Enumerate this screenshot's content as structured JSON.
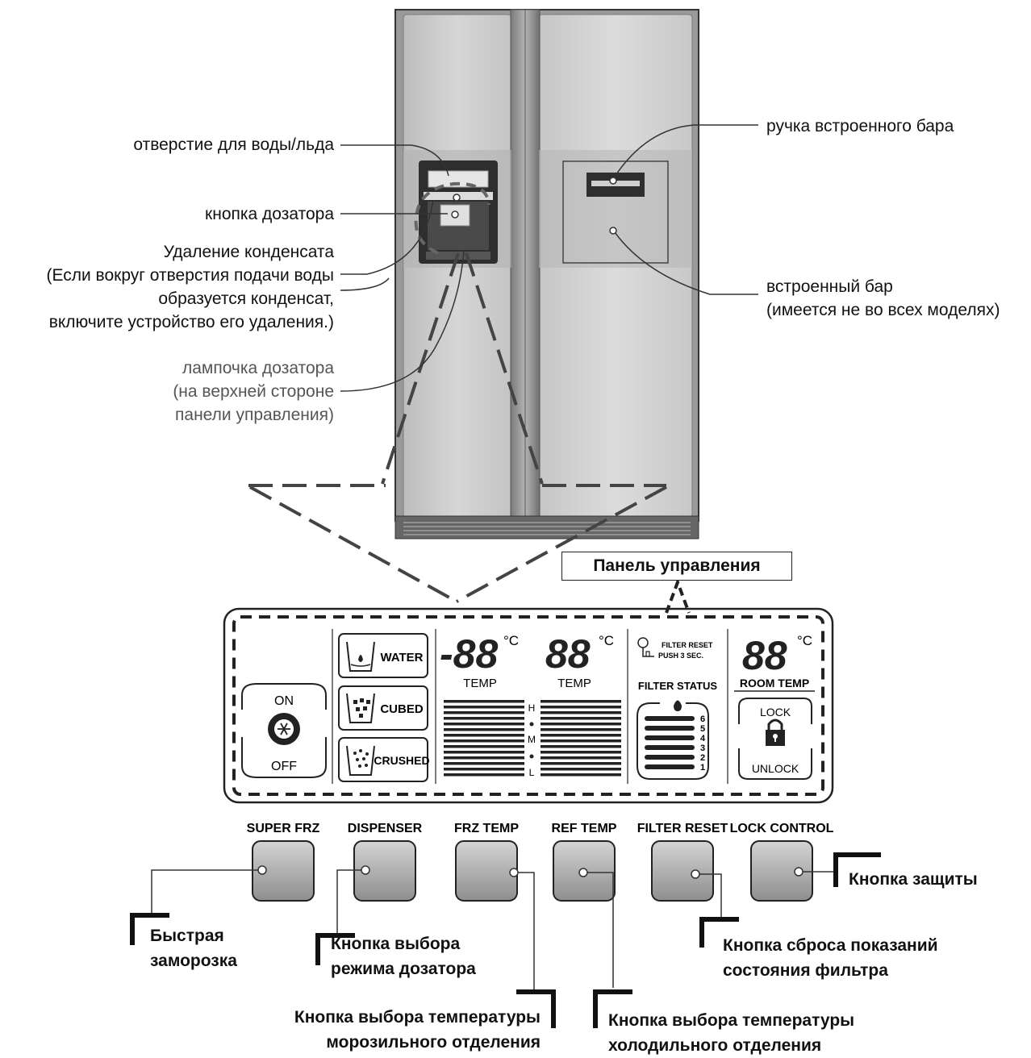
{
  "fridge_labels": {
    "water_ice_outlet": "отверстие для воды/льда",
    "dispenser_button": "кнопка дозатора",
    "condensate_lines": [
      "Удаление конденсата",
      "(Если вокруг отверстия подачи воды",
      "образуется конденсат,",
      "включите устройство его удаления.)"
    ],
    "dispenser_lamp_lines": [
      "лампочка дозатора",
      "(на верхней стороне",
      "панели управления)"
    ],
    "bar_handle": "ручка встроенного бара",
    "home_bar_lines": [
      "встроенный бар",
      "(имеется не во всех моделях)"
    ]
  },
  "panel": {
    "title": "Панель управления",
    "on": "ON",
    "off": "OFF",
    "water": "WATER",
    "cubed": "CUBED",
    "crushed": "CRUSHED",
    "frz_display": "-88",
    "ref_display": "88",
    "room_display": "88",
    "deg_c": "°C",
    "temp": "TEMP",
    "room_temp": "ROOM TEMP",
    "level_h": "H",
    "level_m": "M",
    "level_l": "L",
    "filter_reset_line1": "FILTER RESET",
    "filter_reset_line2": "PUSH 3 SEC.",
    "filter_status": "FILTER STATUS",
    "filter_levels": [
      "6",
      "5",
      "4",
      "3",
      "2",
      "1"
    ],
    "lock": "LOCK",
    "unlock": "UNLOCK"
  },
  "buttons": {
    "super_frz": "SUPER FRZ",
    "dispenser": "DISPENSER",
    "frz_temp": "FRZ TEMP",
    "ref_temp": "REF TEMP",
    "filter_reset": "FILTER RESET",
    "lock_control": "LOCK CONTROL"
  },
  "button_labels": {
    "super_frz_lines": [
      "Быстрая",
      "заморозка"
    ],
    "dispenser_lines": [
      "Кнопка выбора",
      "режима дозатора"
    ],
    "frz_temp_lines": [
      "Кнопка выбора температуры",
      "морозильного отделения"
    ],
    "ref_temp_lines": [
      "Кнопка выбора температуры",
      "холодильного отделения"
    ],
    "filter_reset_lines": [
      "Кнопка сброса показаний",
      "состояния фильтра"
    ],
    "lock_control": "Кнопка защиты"
  }
}
